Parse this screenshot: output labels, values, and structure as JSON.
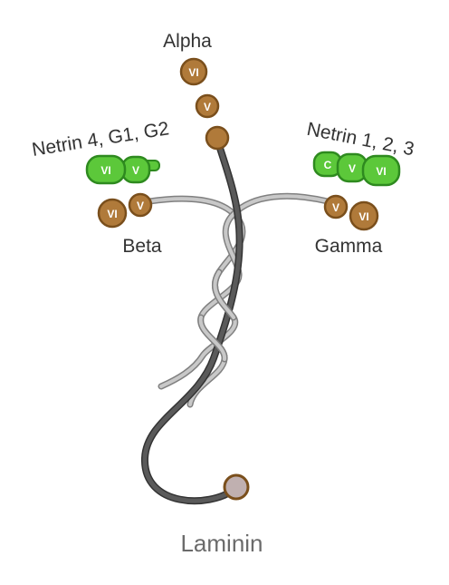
{
  "title": "Laminin",
  "chains": {
    "alpha": {
      "label": "Alpha",
      "domains": [
        "VI",
        "V",
        ""
      ]
    },
    "beta": {
      "label": "Beta",
      "domains": [
        "VI",
        "V"
      ]
    },
    "gamma": {
      "label": "Gamma",
      "domains": [
        "V",
        "VI"
      ]
    }
  },
  "netrins": {
    "left": {
      "label": "Netrin 4, G1, G2",
      "domains": [
        "VI",
        "V"
      ]
    },
    "right": {
      "label": "Netrin 1, 2, 3",
      "domains": [
        "C",
        "V",
        "VI"
      ]
    }
  },
  "colors": {
    "laminin_domain": "#b07a3a",
    "laminin_domain_stroke": "#7a4f1c",
    "netrin_domain": "#5cc83a",
    "netrin_domain_stroke": "#2e8a1f",
    "alpha_chain": "#555555",
    "beta_gamma_chain": "#b5b5b5",
    "terminal_globule": "#c0b0b0"
  }
}
